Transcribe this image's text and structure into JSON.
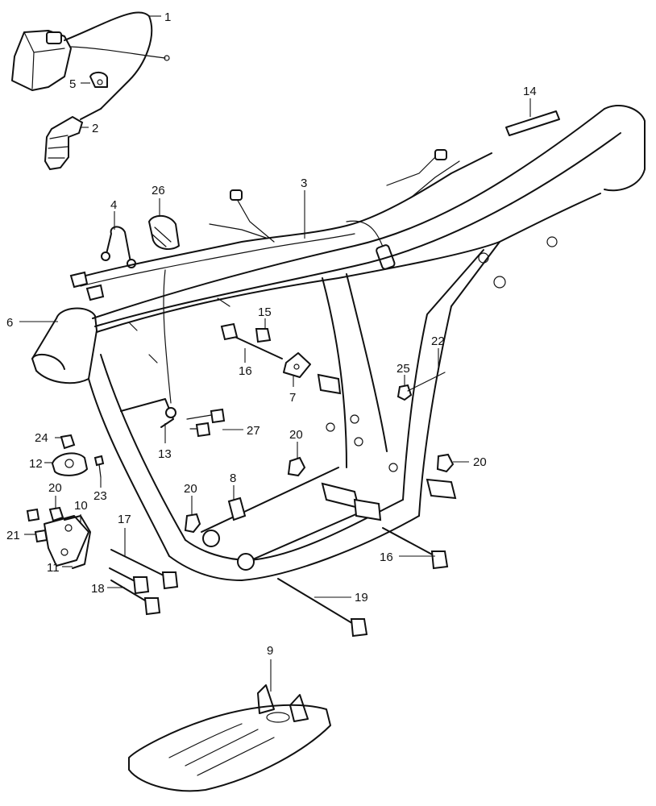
{
  "callouts": [
    {
      "id": "c1",
      "text": "1"
    },
    {
      "id": "c2",
      "text": "2"
    },
    {
      "id": "c3",
      "text": "3"
    },
    {
      "id": "c4",
      "text": "4"
    },
    {
      "id": "c5",
      "text": "5"
    },
    {
      "id": "c6",
      "text": "6"
    },
    {
      "id": "c7",
      "text": "7"
    },
    {
      "id": "c8",
      "text": "8"
    },
    {
      "id": "c9",
      "text": "9"
    },
    {
      "id": "c10",
      "text": "10"
    },
    {
      "id": "c11",
      "text": "11"
    },
    {
      "id": "c12",
      "text": "12"
    },
    {
      "id": "c13",
      "text": "13"
    },
    {
      "id": "c14",
      "text": "14"
    },
    {
      "id": "c15",
      "text": "15"
    },
    {
      "id": "c16a",
      "text": "16"
    },
    {
      "id": "c16b",
      "text": "16"
    },
    {
      "id": "c17",
      "text": "17"
    },
    {
      "id": "c18",
      "text": "18"
    },
    {
      "id": "c19",
      "text": "19"
    },
    {
      "id": "c20a",
      "text": "20"
    },
    {
      "id": "c20b",
      "text": "20"
    },
    {
      "id": "c20c",
      "text": "20"
    },
    {
      "id": "c20d",
      "text": "20"
    },
    {
      "id": "c21",
      "text": "21"
    },
    {
      "id": "c22",
      "text": "22"
    },
    {
      "id": "c23",
      "text": "23"
    },
    {
      "id": "c24",
      "text": "24"
    },
    {
      "id": "c25",
      "text": "25"
    },
    {
      "id": "c26",
      "text": "26"
    },
    {
      "id": "c27",
      "text": "27"
    }
  ]
}
